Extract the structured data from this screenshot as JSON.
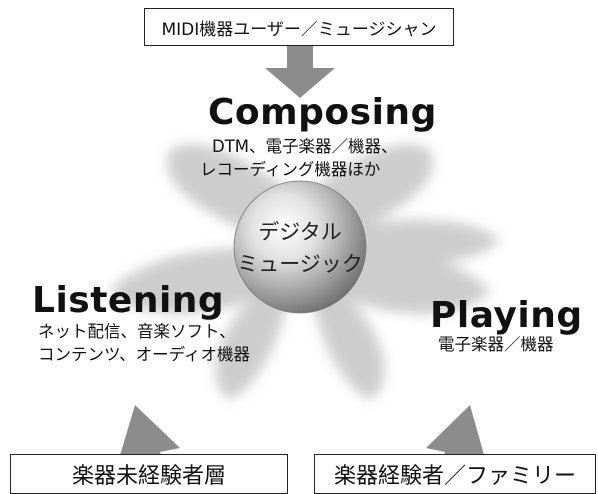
{
  "top_box": {
    "label": "MIDI機器ユーザー／ミュージシャン"
  },
  "composing": {
    "title": "Composing",
    "lines": [
      "DTM、電子楽器／機器、",
      "レコーディング機器ほか"
    ]
  },
  "center": {
    "lines": [
      "デジタル",
      "ミュージック"
    ]
  },
  "listening": {
    "title": "Listening",
    "lines": [
      "ネット配信、音楽ソフト、",
      "コンテンツ、オーディオ機器"
    ]
  },
  "playing": {
    "title": "Playing",
    "lines": [
      "電子楽器／機器"
    ]
  },
  "bottom_left_box": {
    "label": "楽器未経験者層"
  },
  "bottom_right_box": {
    "label": "楽器経験者／ファミリー"
  },
  "colors": {
    "arrow": "#8c8c8c",
    "text": "#111111",
    "border": "#222222"
  }
}
